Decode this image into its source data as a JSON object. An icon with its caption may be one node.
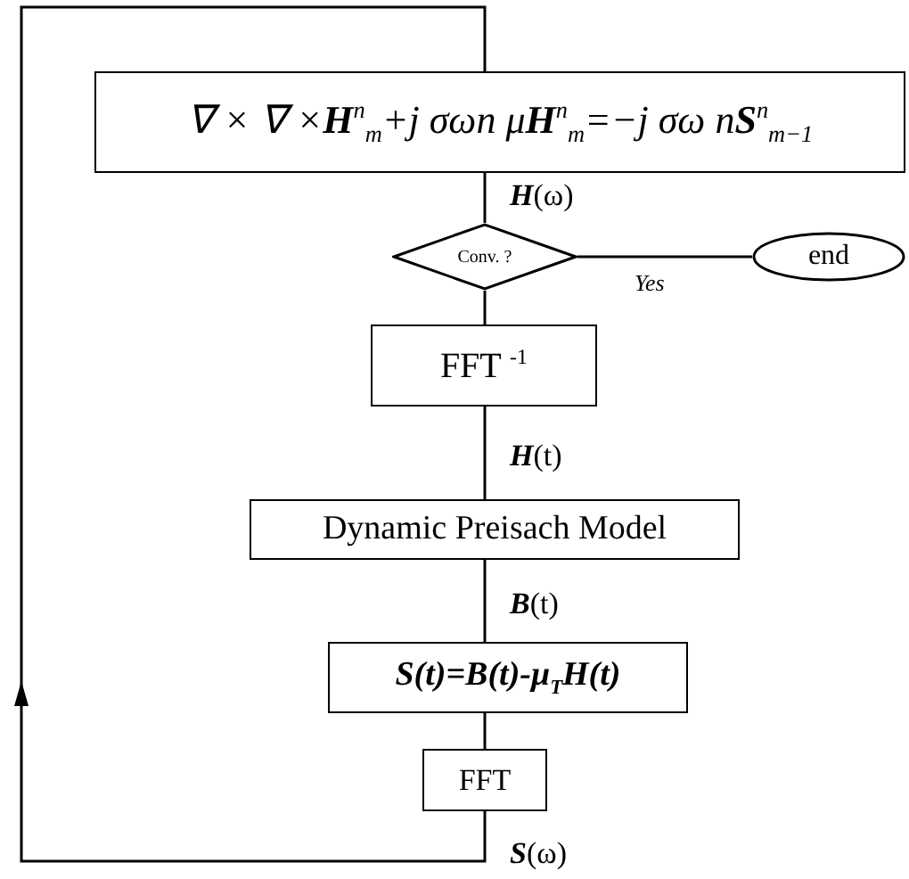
{
  "diagram": {
    "nodes": [
      {
        "text": [
          "∇ × ∇ ×**H**$^{n}$$_{m}$+j σωn μ**H**$^{n}$$_{m}$=−j σω n**S**$^{n}$$_{m−1}$"
        ]
      },
      {
        "text": [
          "Conv. ?"
        ]
      },
      {
        "text": [
          "end"
        ]
      },
      {
        "text": [
          "FFT $^{-1}$"
        ]
      },
      {
        "text": [
          "Dynamic Preisach Model"
        ]
      },
      {
        "text": [
          "S(t)=B(t)-μ$_{T}$H(t)"
        ]
      },
      {
        "text": [
          "FFT"
        ]
      }
    ],
    "edges": [
      {
        "from": 0,
        "to": 1,
        "arrow": "none",
        "label": "**H**(ω)"
      },
      {
        "from": 1,
        "to": 2,
        "arrow": "none",
        "label": "Yes"
      },
      {
        "from": 1,
        "to": 3,
        "arrow": "none"
      },
      {
        "from": 3,
        "to": 4,
        "arrow": "none",
        "label": "**H**(t)"
      },
      {
        "from": 4,
        "to": 5,
        "arrow": "none",
        "label": "**B**(t)"
      },
      {
        "from": 5,
        "to": 6,
        "arrow": "none"
      },
      {
        "from": 6,
        "to": 0,
        "arrow": "to",
        "label": "**S**(ω)"
      }
    ]
  }
}
